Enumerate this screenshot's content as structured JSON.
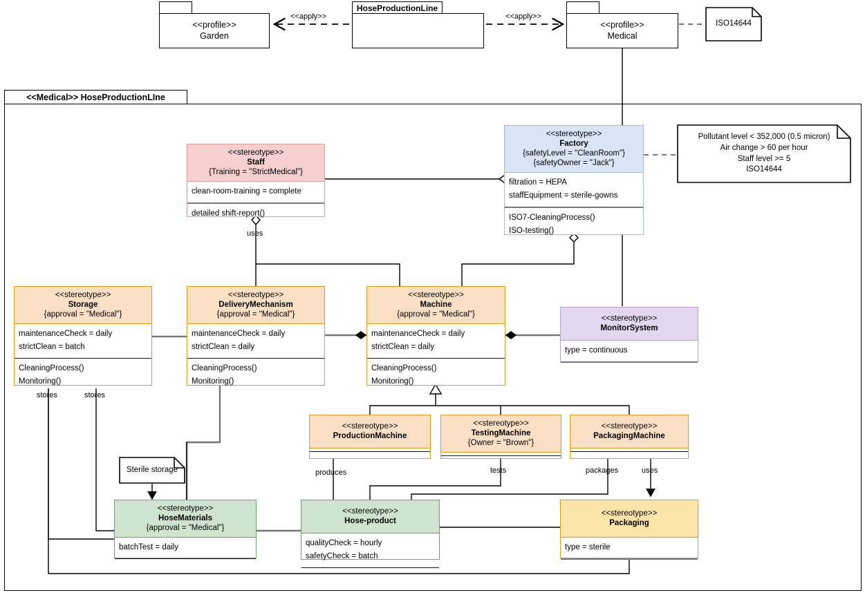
{
  "colors": {
    "pink": "#f6cfcf",
    "blue": "#d9e4f7",
    "orange": "#fbdfc4",
    "purple": "#e3d6ee",
    "green": "#cfe4cf",
    "yellow": "#fce3a8",
    "line": "#000000",
    "orange_border": "#d4a017"
  },
  "profiles": [
    {
      "stereotype": "<<profile>>",
      "name": "Garden"
    },
    {
      "stereotype": "",
      "name": "HoseProductionLine"
    },
    {
      "stereotype": "<<profile>>",
      "name": "Medical"
    }
  ],
  "top_notes": [
    {
      "text": "ISO14644"
    }
  ],
  "apply_labels": [
    "<<apply>>",
    "<<apply>>"
  ],
  "package": {
    "label": "<<Medical>> HoseProductionLIne"
  },
  "classes": {
    "staff": {
      "stereotype": "<<stereotype>>",
      "name": "Staff",
      "tag": "{Training = \"StrictMedical\"}",
      "attributes": [
        "clean-room-training = complete"
      ],
      "operations": [
        "detailed shift-report()"
      ]
    },
    "factory": {
      "stereotype": "<<stereotype>>",
      "name": "Factory",
      "tag1": "{safetyLevel = \"CleanRoom\"}",
      "tag2": "{safetyOwner = \"Jack\"}",
      "attributes": [
        "filtration = HEPA",
        "staffEquipment = sterile-gowns"
      ],
      "operations": [
        "ISO7-CleaningProcess()",
        "ISO-testing()"
      ]
    },
    "storage": {
      "stereotype": "<<stereotype>>",
      "name": "Storage",
      "tag": "{approval = \"Medical\"}",
      "attributes": [
        "maintenanceCheck = daily",
        "strictClean = batch"
      ],
      "operations": [
        "CleaningProcess()",
        "Monitoring()"
      ]
    },
    "delivery": {
      "stereotype": "<<stereotype>>",
      "name": "DeliveryMechanism",
      "tag": "{approval = \"Medical\"}",
      "attributes": [
        "maintenanceCheck = daily",
        "strictClean = daily"
      ],
      "operations": [
        "CleaningProcess()",
        "Monitoring()"
      ]
    },
    "machine": {
      "stereotype": "<<stereotype>>",
      "name": "Machine",
      "tag": "{approval = \"Medical\"}",
      "attributes": [
        "maintenanceCheck = daily",
        "strictClean = daily"
      ],
      "operations": [
        "CleaningProcess()",
        "Monitoring()"
      ]
    },
    "monitorsystem": {
      "stereotype": "<<stereotype>>",
      "name": "MonitorSystem",
      "tag": "",
      "attributes": [
        "type = continuous"
      ],
      "operations": []
    },
    "productionmachine": {
      "stereotype": "<<stereotype>>",
      "name": "ProductionMachine",
      "tag": "",
      "attributes": [],
      "operations": []
    },
    "testingmachine": {
      "stereotype": "<<stereotype>>",
      "name": "TestingMachine",
      "tag": "{Owner = \"Brown\"}",
      "attributes": [],
      "operations": []
    },
    "packagingmachine": {
      "stereotype": "<<stereotype>>",
      "name": "PackagingMachine",
      "tag": "",
      "attributes": [],
      "operations": []
    },
    "hosematerials": {
      "stereotype": "<<stereotype>>",
      "name": "HoseMaterials",
      "tag": "{approval = \"Medical\"}",
      "attributes": [
        "batchTest = daily"
      ],
      "operations": []
    },
    "hoseproduct": {
      "stereotype": "<<stereotype>>",
      "name": "Hose-product",
      "tag": "",
      "attributes": [
        "qualityCheck = hourly",
        "safetyCheck = batch"
      ],
      "operations": []
    },
    "packaging": {
      "stereotype": "<<stereotype>>",
      "name": "Packaging",
      "tag": "",
      "attributes": [
        "type = sterile"
      ],
      "operations": []
    }
  },
  "notes": {
    "cleanroom": {
      "line1": "Pollutant level <  352,000 (0.5 micron)",
      "line2": "Air change > 60 per hour",
      "line3": "Staff level >= 5",
      "line4": "ISO14644"
    },
    "sterile": {
      "text": "Sterile storage"
    }
  },
  "edge_labels": {
    "uses_staff": "uses",
    "stores_1": "stores",
    "stores_2": "stores",
    "produces": "produces",
    "tests": "tests",
    "packages": "packages",
    "uses_pack": "uses"
  }
}
